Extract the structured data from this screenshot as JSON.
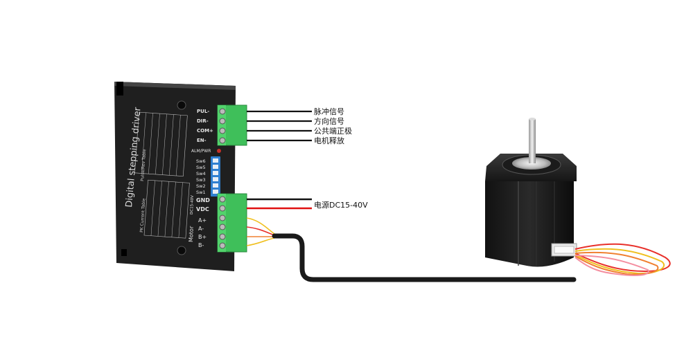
{
  "driver": {
    "title": "Digital stepping driver",
    "signal_terminals": [
      "PUL-",
      "DIR-",
      "COM+",
      "EN-"
    ],
    "alm_label": "ALM/PWR",
    "switches": [
      "Sw6",
      "Sw5",
      "Sw4",
      "Sw3",
      "Sw2",
      "Sw1"
    ],
    "pulse_table_title": "Pulse/Rev Table",
    "current_table_title": "PK Current Table",
    "power_terminals": [
      "GND",
      "VDC"
    ],
    "power_rating": "DC15-40V",
    "motor_terminals": [
      "A+",
      "A-",
      "B+",
      "B-"
    ],
    "motor_label": "Motor"
  },
  "callouts": {
    "pulse": "脉冲信号",
    "direction": "方向信号",
    "common_anode": "公共端正极",
    "motor_release": "电机释放",
    "power_supply": "电源DC15-40V"
  },
  "colors": {
    "driver_body": "#232323",
    "terminal_green": "#3fbf5a",
    "dip_switch_blue": "#2f7fd0",
    "power_wire": "#e01010",
    "signal_wire": "#111111",
    "motor_wire_red": "#e8302a",
    "motor_wire_yellow": "#f0c020",
    "motor_wire_orange": "#f08030"
  }
}
